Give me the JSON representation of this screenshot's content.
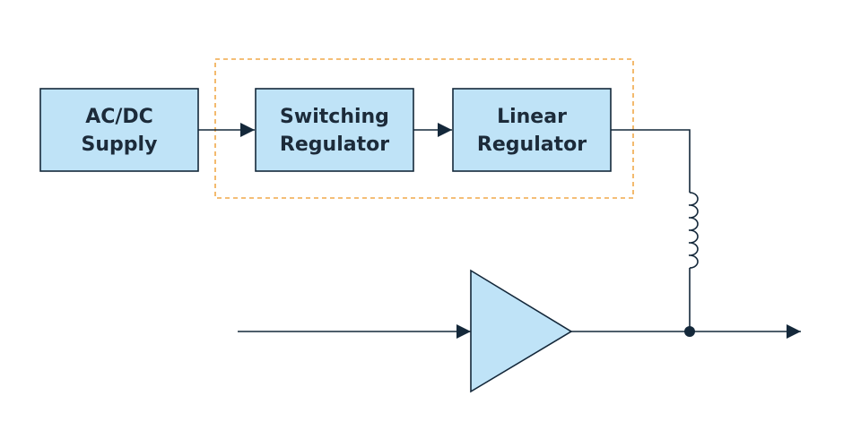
{
  "blocks": {
    "ac_dc": {
      "line1": "AC/DC",
      "line2": "Supply"
    },
    "switching": {
      "line1": "Switching",
      "line2": "Regulator"
    },
    "linear": {
      "line1": "Linear",
      "line2": "Regulator"
    }
  },
  "colors": {
    "block_fill": "#bfe3f7",
    "stroke": "#14283a",
    "group_outline": "#f0a94a",
    "background": "#ffffff"
  },
  "elements": {
    "group": "dashed-regulator-group",
    "inductor": "inductor-icon",
    "amplifier": "amplifier-triangle-icon",
    "junction": "junction-dot"
  }
}
